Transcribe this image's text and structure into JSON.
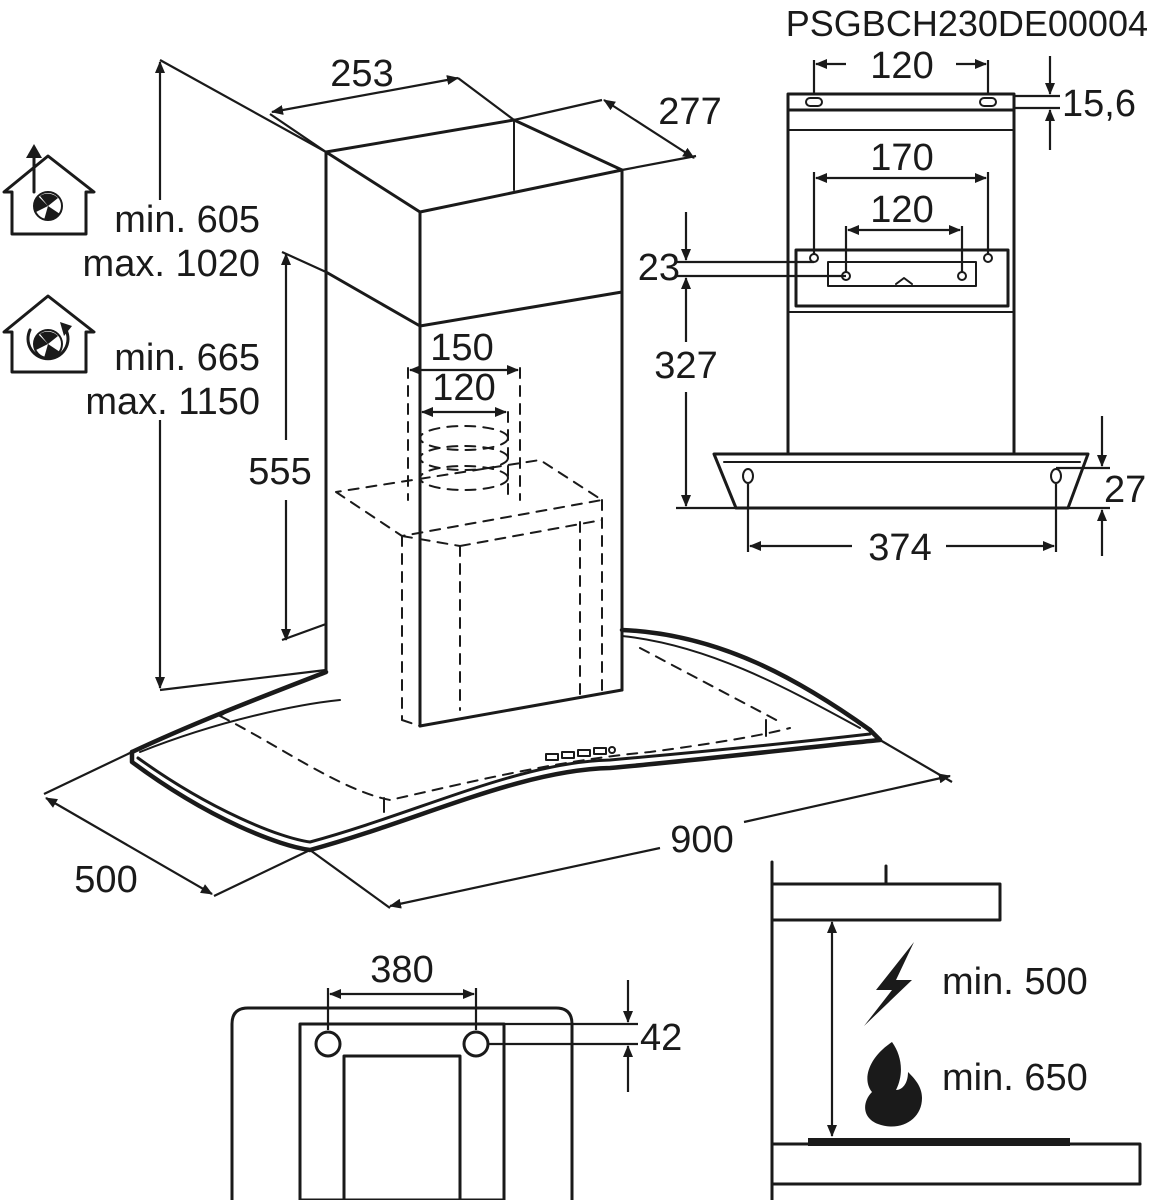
{
  "product_code": "PSGBCH230DE00004",
  "main_view": {
    "dims": {
      "chimney_width": "253",
      "chimney_depth": "277",
      "canopy_height": "555",
      "outlet_outer": "150",
      "outlet_inner": "120",
      "depth": "500",
      "width": "900"
    },
    "extraction_mode": {
      "icon": "house-fan-extraction-icon",
      "min": "min. 605",
      "max": "max. 1020"
    },
    "recirculation_mode": {
      "icon": "house-fan-recirculation-icon",
      "min": "min. 665",
      "max": "max. 1150"
    }
  },
  "bracket_view": {
    "dims": {
      "top_slot_spacing": "120",
      "top_slot_height": "15,6",
      "plate_holes_outer": "170",
      "plate_holes_inner": "120",
      "plate_offset": "23",
      "vertical_span": "327",
      "bottom_offset": "27",
      "bottom_holes": "374"
    }
  },
  "back_view": {
    "dims": {
      "hole_spacing": "380",
      "hole_height": "42"
    }
  },
  "clearance_view": {
    "electric": {
      "icon": "lightning-icon",
      "label": "min. 500"
    },
    "gas": {
      "icon": "flame-icon",
      "label": "min. 650"
    }
  }
}
